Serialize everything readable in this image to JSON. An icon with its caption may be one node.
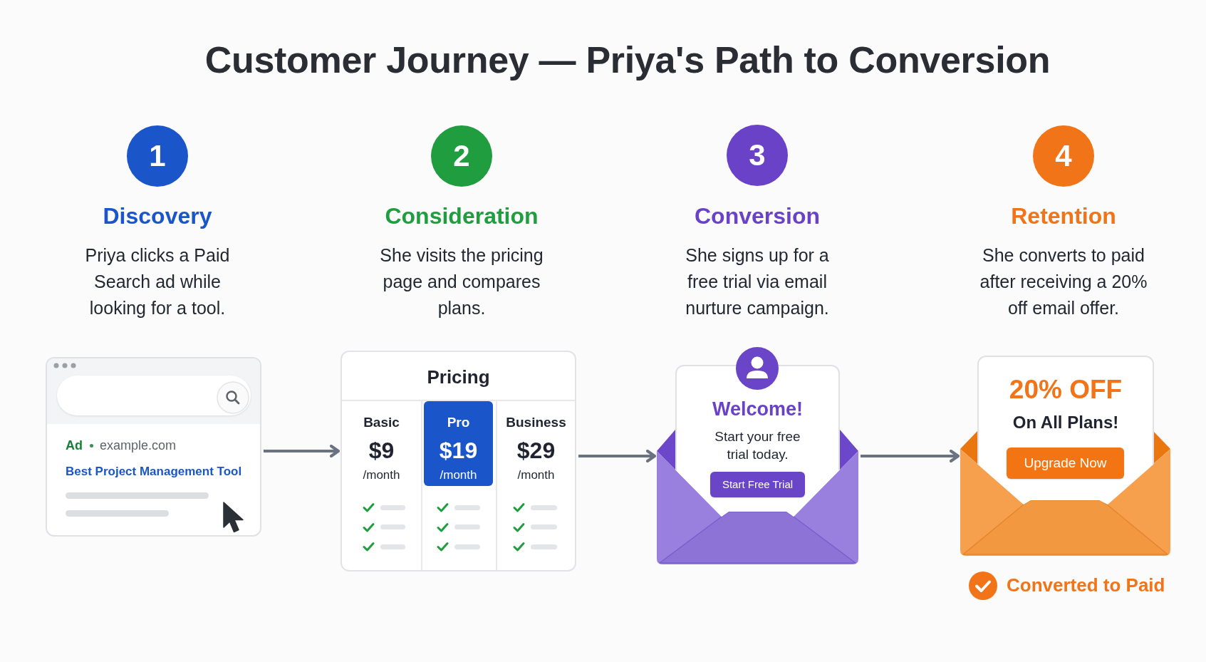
{
  "diagram": {
    "title": "Customer Journey — Priya's Path to Conversion",
    "nodes": [
      {
        "text": [
          "1"
        ],
        "beside": [
          "Discovery",
          "Priya clicks a Paid Search ad while looking for a tool."
        ]
      },
      {
        "text": [
          "Ad",
          "example.com",
          "Best Project Management Tool"
        ]
      },
      {
        "text": [
          "2"
        ],
        "beside": [
          "Consideration",
          "She visits the pricing page and compares plans."
        ]
      },
      {
        "text": [
          "Pricing"
        ]
      },
      {
        "text": [
          "Basic",
          "$9",
          "/month"
        ],
        "in": 3
      },
      {
        "text": [
          "Pro",
          "$19",
          "/month"
        ],
        "in": 3
      },
      {
        "text": [
          "Business",
          "$29",
          "/month"
        ],
        "in": 3
      },
      {
        "text": [
          "3"
        ],
        "beside": [
          "Conversion",
          "She signs up for a free trial via email nurture campaign."
        ]
      },
      {
        "text": [
          "Welcome!",
          "Start your free trial today."
        ]
      },
      {
        "text": [
          "Start Free Trial"
        ],
        "in": 8
      },
      {
        "text": [],
        "shape": "picture"
      },
      {
        "text": [
          "4"
        ],
        "beside": [
          "Retention",
          "She converts to paid after receiving a 20% off email offer."
        ]
      },
      {
        "text": [
          "20% OFF",
          "On All Plans!"
        ]
      },
      {
        "text": [
          "Upgrade Now"
        ],
        "in": 12
      },
      {
        "text": [],
        "shape": "picture",
        "beside": [
          "Converted to Paid"
        ]
      }
    ],
    "edges": [
      {
        "from": 1,
        "to": 3,
        "arrow": "to"
      },
      {
        "from": 3,
        "to": 10,
        "arrow": "to"
      },
      {
        "from": 10,
        "to": 14,
        "arrow": "to"
      }
    ]
  }
}
